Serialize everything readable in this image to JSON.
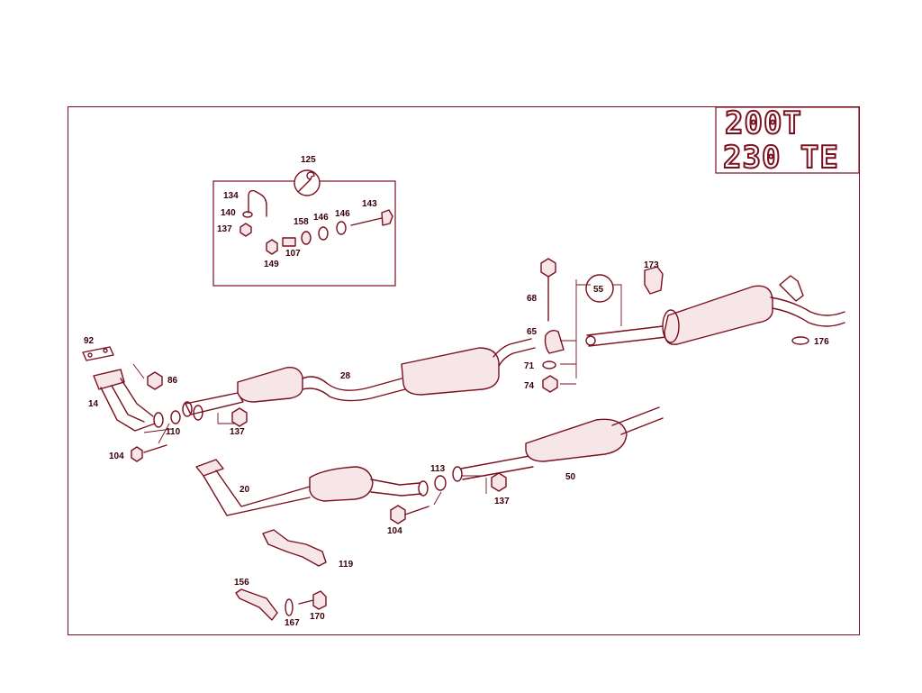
{
  "models": [
    "200T",
    "230 TE"
  ],
  "kit_label": "125",
  "labels": {
    "l134": "134",
    "l140": "140",
    "l137a": "137",
    "l149": "149",
    "l107": "107",
    "l158": "158",
    "l146a": "146",
    "l146b": "146",
    "l143": "143",
    "l68": "68",
    "l65": "65",
    "l55": "55",
    "l71": "71",
    "l74": "74",
    "l173": "173",
    "l176": "176",
    "l92": "92",
    "l86": "86",
    "l14": "14",
    "l110": "110",
    "l137b": "137",
    "l28": "28",
    "l104a": "104",
    "l20": "20",
    "l113": "113",
    "l137c": "137",
    "l50": "50",
    "l104b": "104",
    "l119": "119",
    "l156": "156",
    "l167": "167",
    "l170": "170"
  },
  "colors": {
    "line": "#7a0f1e",
    "frame": "#7a0f1e",
    "text": "#3a0008"
  }
}
